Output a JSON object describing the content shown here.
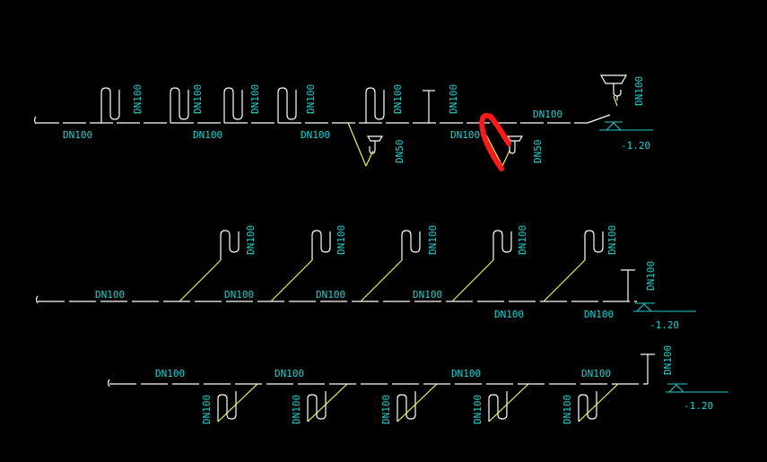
{
  "colors": {
    "background": "#000000",
    "pipe": "#ffffff",
    "branch": "#ffff66",
    "label": "#22d3d3",
    "markup": "#ff1a1a"
  },
  "row1": {
    "pipe_labels": [
      "DN100",
      "DN100",
      "DN100",
      "DN100",
      "DN100"
    ],
    "riser_labels": [
      "DN100",
      "DN100",
      "DN100",
      "DN100",
      "DN100",
      "DN100",
      "DN100"
    ],
    "drain_labels": [
      "DN50",
      "DN50"
    ],
    "elevation": "-1.20"
  },
  "row2": {
    "pipe_labels": [
      "DN100",
      "DN100",
      "DN100",
      "DN100",
      "DN100",
      "DN100"
    ],
    "riser_labels": [
      "DN100",
      "DN100",
      "DN100",
      "DN100",
      "DN100",
      "DN100"
    ],
    "elevation": "-1.20"
  },
  "row3": {
    "pipe_labels": [
      "DN100",
      "DN100",
      "DN100",
      "DN100"
    ],
    "riser_labels": [
      "DN100",
      "DN100",
      "DN100",
      "DN100",
      "DN100",
      "DN100"
    ],
    "elevation": "-1.20"
  }
}
